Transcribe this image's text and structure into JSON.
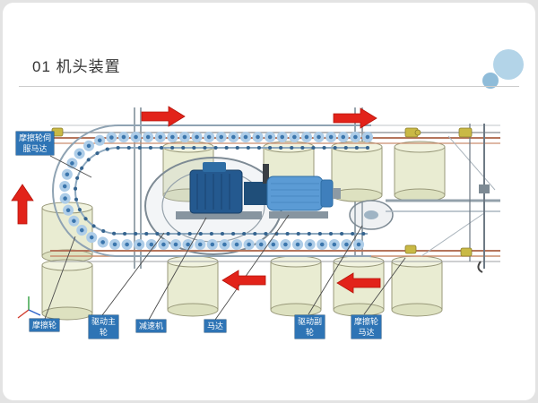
{
  "slide": {
    "title": "01 机头装置"
  },
  "diagram": {
    "labels": {
      "servo_motor": "摩擦轮伺\n服马达",
      "friction_wheel": "摩擦轮",
      "drive_main_wheel": "驱动主\n轮",
      "reducer": "减速机",
      "motor": "马达",
      "drive_sub_wheel": "驱动副\n轮",
      "friction_wheel_motor": "摩擦轮\n马达"
    },
    "flow_arrows": [
      "right",
      "right",
      "up",
      "left",
      "left"
    ]
  },
  "colors": {
    "label_background": "#2e74b5",
    "label_text": "#ffffff",
    "arrow_red": "#e2231a",
    "chain_blue": "#aecde8",
    "chain_dark_blue": "#3b76ad",
    "cylinder_fill": "#e9ecd2",
    "motor_blue": "#5b9bd5",
    "gearbox_blue": "#24598f",
    "rail_copper": "#b5755c",
    "deco_circle_blue": "#b3d4e8"
  }
}
